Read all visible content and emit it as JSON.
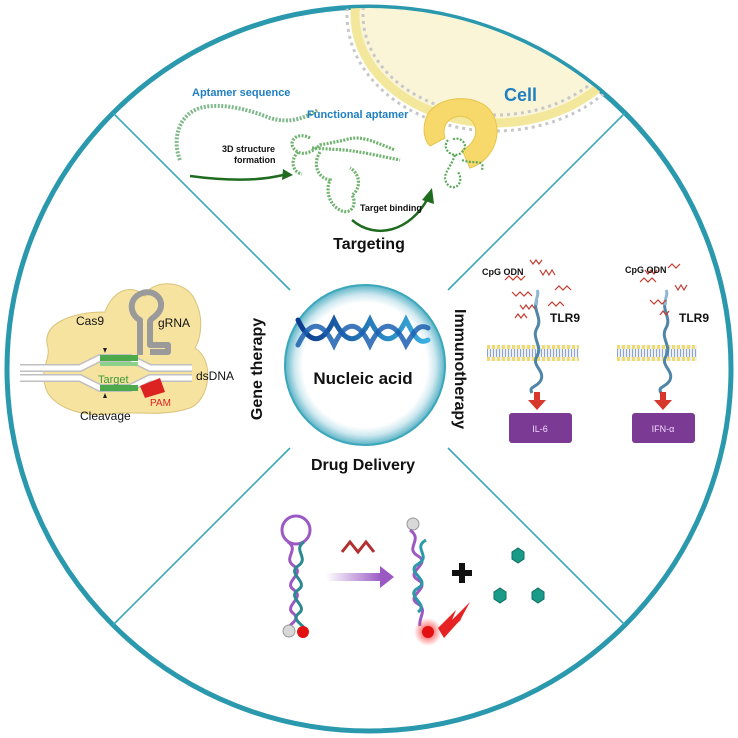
{
  "center": {
    "title": "Nucleic acid"
  },
  "sections": {
    "targeting": "Targeting",
    "immunotherapy": "Immunotherapy",
    "drug_delivery": "Drug Delivery",
    "gene_therapy": "Gene therapy"
  },
  "targeting_panel": {
    "cell": "Cell",
    "aptamer_sequence": "Aptamer sequence",
    "functional_aptamer": "Functional aptamer",
    "structure_formation_line1": "3D structure",
    "structure_formation_line2": "formation",
    "target_binding": "Target binding"
  },
  "immuno_panel": {
    "cpg_left": "CpG ODN",
    "cpg_right": "CpG ODN",
    "tlr_left": "TLR9",
    "tlr_right": "TLR9",
    "output_left": "IL-6",
    "output_right": "IFN-α"
  },
  "gene_panel": {
    "cas9": "Cas9",
    "grna": "gRNA",
    "target": "Target",
    "dsdna": "dsDNA",
    "pam": "PAM",
    "cleavage": "Cleavage"
  },
  "colors": {
    "ring": "#2a98ad",
    "divider": "#3aa7bb",
    "cell_membrane": "#f3e79b",
    "cas9_blob": "#f7e3a0",
    "output_box": "#7b3a93",
    "arrow_red": "#d8372b",
    "aptamer_green": "#2f8b2f"
  }
}
